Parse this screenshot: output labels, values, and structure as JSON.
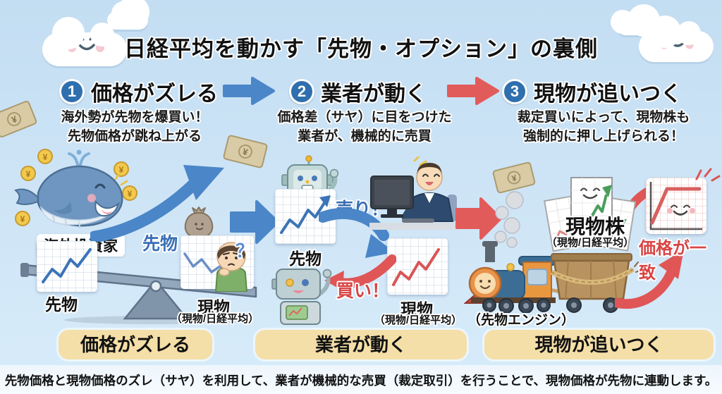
{
  "title": "日経平均を動かす「先物・オプション」の裏側",
  "steps": [
    {
      "number": "1",
      "heading": "価格がズレる",
      "desc1": "海外勢が先物を爆買い！",
      "desc2": "先物価格が跳ね上がる",
      "bottom_label": "価格がズレる"
    },
    {
      "number": "2",
      "heading": "業者が動く",
      "desc1": "価格差（サヤ）に目をつけた",
      "desc2": "業者が、機械的に売買",
      "bottom_label": "業者が動く"
    },
    {
      "number": "3",
      "heading": "現物が追いつく",
      "desc1": "裁定買いによって、現物株も",
      "desc2": "強制的に押し上げられる！",
      "bottom_label": "現物が追いつく"
    }
  ],
  "scene_price_gap": {
    "investor_label": "海外投資家",
    "futures_rise_label": "先物",
    "futures_chart_caption": "先物",
    "spot_chart_caption": "現物",
    "spot_chart_subcaption": "（現物/日経平均）"
  },
  "scene_traders": {
    "sell_label": "売り！",
    "buy_label": "買い！",
    "futures_chart_caption": "先物",
    "spot_chart_caption": "現物",
    "spot_chart_subcaption": "（現物/日経平均）"
  },
  "scene_catchup": {
    "engine_caption": "（先物エンジン）",
    "cargo_caption": "現物株",
    "cargo_subcaption": "（現物/日経平均）",
    "converge_caption": "価格が一致"
  },
  "footer_note": "先物価格と現物価格のズレ（サヤ）を利用して、業者が機械的な売買（裁定取引）を行うことで、現物価格が先物に連動します。",
  "symbols": {
    "yen": "¥",
    "question": "？"
  },
  "colors": {
    "accent_blue": "#4a86c8",
    "accent_red": "#e05656",
    "number_circle": "#2f6fae",
    "pill_bg": "#f5dfa8",
    "text_blue": "#3a6fb5",
    "text_red": "#d94545",
    "sky": "#cde4f6"
  }
}
